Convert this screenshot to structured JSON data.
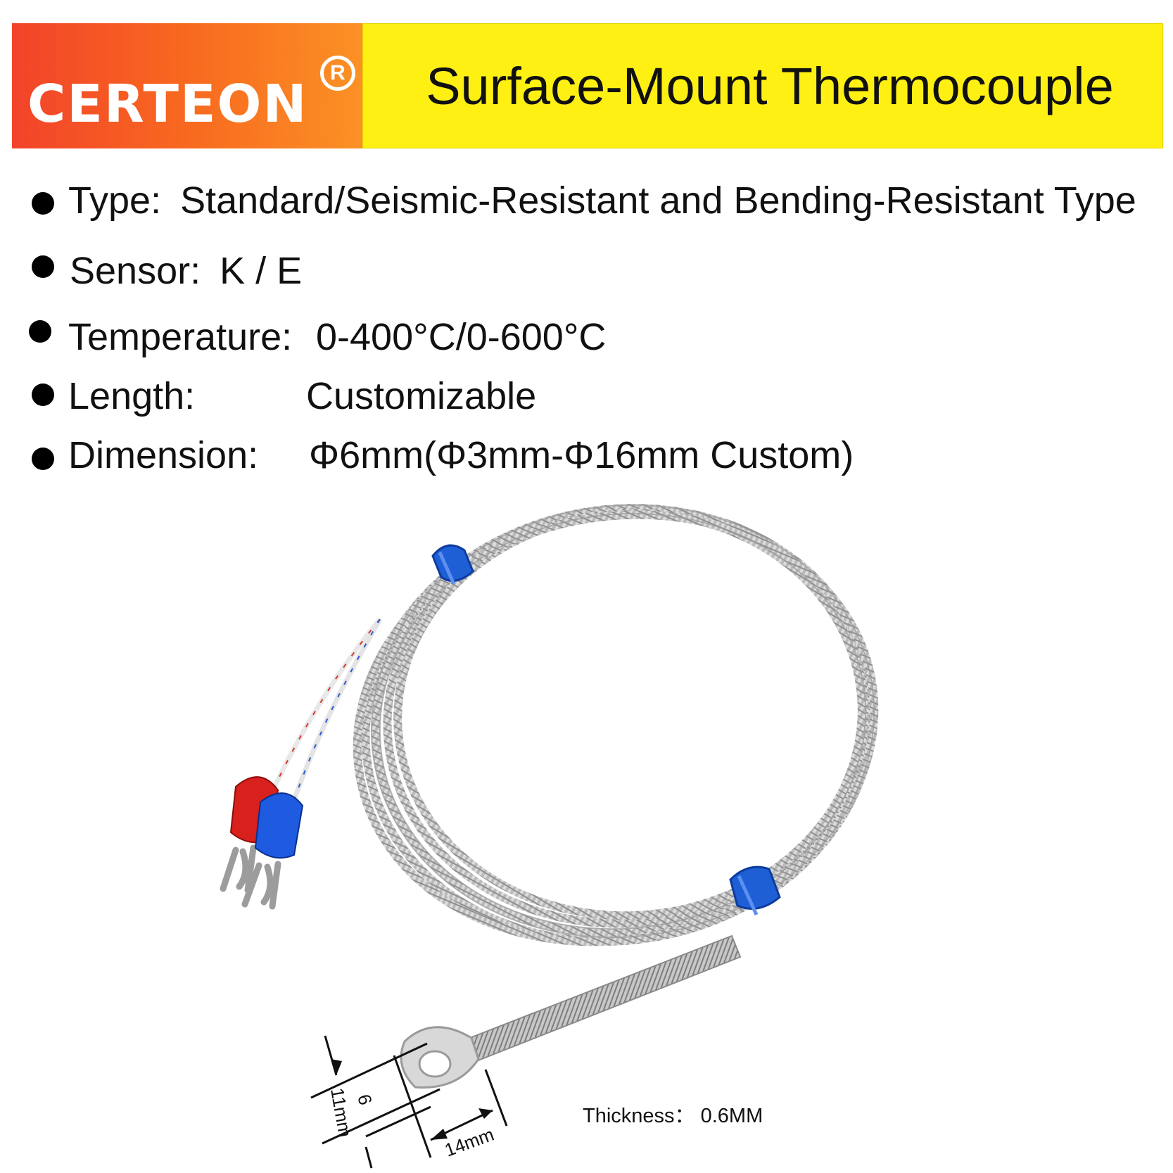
{
  "banner": {
    "brand": "CERTEON",
    "registered_mark": "R",
    "title": "Surface-Mount Thermocouple",
    "colors": {
      "brand_gradient_start": "#f2432a",
      "brand_gradient_end": "#fb9125",
      "title_bg": "#fff014"
    }
  },
  "specs": [
    {
      "label": "Type:",
      "value": "Standard/Seismic-Resistant and Bending-Resistant Type"
    },
    {
      "label": "Sensor:",
      "value": "K / E"
    },
    {
      "label": "Temperature:",
      "value": "0-400°C/0-600°C"
    },
    {
      "label": "Length:",
      "value": "Customizable"
    },
    {
      "label": "Dimension:",
      "value": "Φ6mm(Φ3mm-Φ16mm Custom)"
    }
  ],
  "diagram": {
    "dim_hole": "6",
    "dim_width": "11mm",
    "dim_length": "14mm",
    "thickness": "Thickness： 0.6MM"
  },
  "product": {
    "lug_colors": [
      "red",
      "blue"
    ],
    "cable": "braided stainless steel"
  }
}
